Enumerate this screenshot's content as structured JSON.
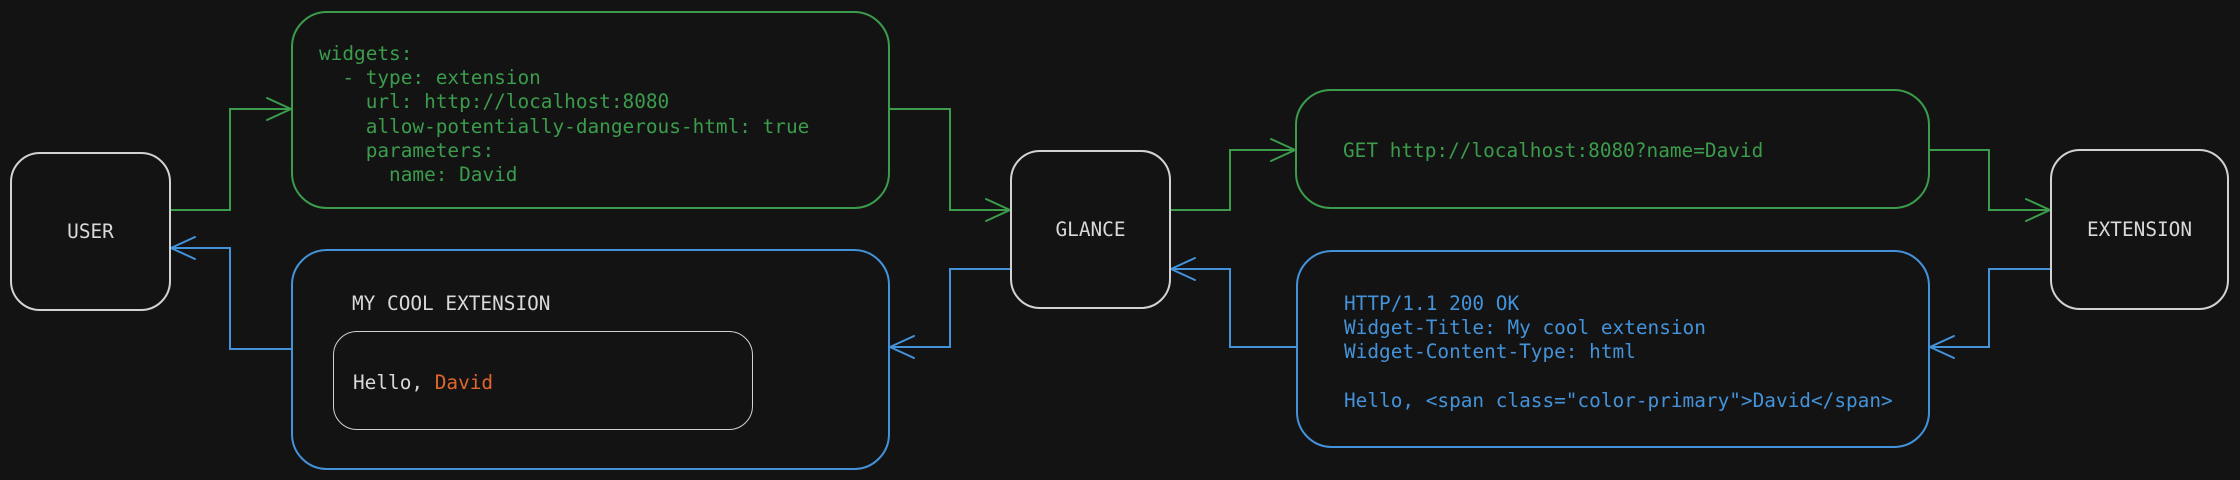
{
  "diagram": {
    "nodes": {
      "user": "USER",
      "glance": "GLANCE",
      "extension": "EXTENSION"
    },
    "config_box": {
      "code": "widgets:\n  - type: extension\n    url: http://localhost:8080\n    allow-potentially-dangerous-html: true\n    parameters:\n      name: David"
    },
    "request_box": {
      "code": "GET http://localhost:8080?name=David"
    },
    "response_box": {
      "code": "HTTP/1.1 200 OK\nWidget-Title: My cool extension\nWidget-Content-Type: html\n\nHello, <span class=\"color-primary\">David</span>"
    },
    "widget_box": {
      "title": "MY COOL EXTENSION",
      "greeting_prefix": "Hello, ",
      "greeting_name": "David"
    },
    "colors": {
      "green": "#3b9c4c",
      "blue": "#4493da",
      "orange": "#e0662c",
      "node_border": "#d2d2d2",
      "text": "#d9d9d9",
      "background": "#131313"
    }
  }
}
